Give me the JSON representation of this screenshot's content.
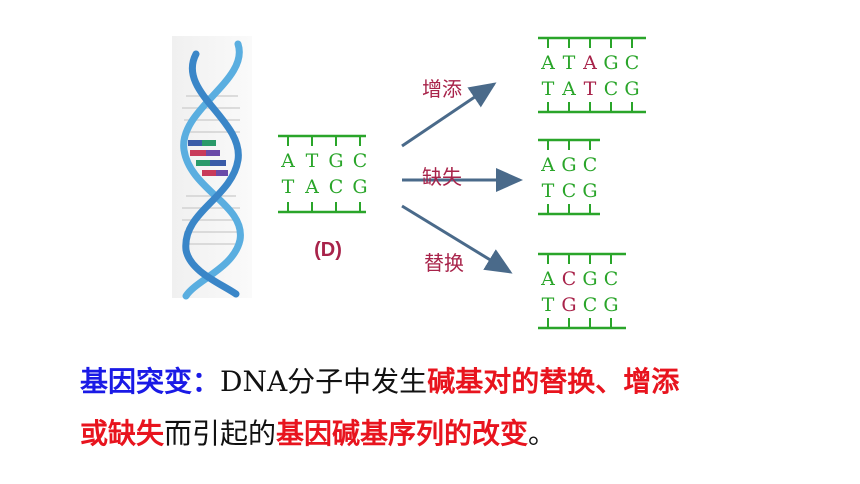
{
  "center_label": "(D)",
  "original": {
    "top": [
      "A",
      "T",
      "G",
      "C"
    ],
    "bottom": [
      "T",
      "A",
      "C",
      "G"
    ]
  },
  "branches": [
    {
      "label": "增添",
      "top": [
        "A",
        "T",
        "A",
        "G",
        "C"
      ],
      "bottom": [
        "T",
        "A",
        "T",
        "C",
        "G"
      ],
      "highlight": [
        2
      ]
    },
    {
      "label": "缺失",
      "top": [
        "A",
        "G",
        "C"
      ],
      "bottom": [
        "T",
        "C",
        "G"
      ],
      "highlight": []
    },
    {
      "label": "替换",
      "top": [
        "A",
        "C",
        "G",
        "C"
      ],
      "bottom": [
        "T",
        "G",
        "C",
        "G"
      ],
      "highlight": [
        1
      ]
    }
  ],
  "caption": {
    "term": "基因突变：",
    "part1": "DNA分子中发生",
    "part2": "碱基对的替换、增添",
    "part3": "或缺失",
    "part4": "而引起的",
    "part5": "基因碱基序列的改变",
    "part6": "。"
  },
  "colors": {
    "strand": "#2aa52a",
    "letter": "#2aa52a",
    "highlight": "#a8234a",
    "label": "#a8234a",
    "arrow": "#4a6a8a"
  }
}
